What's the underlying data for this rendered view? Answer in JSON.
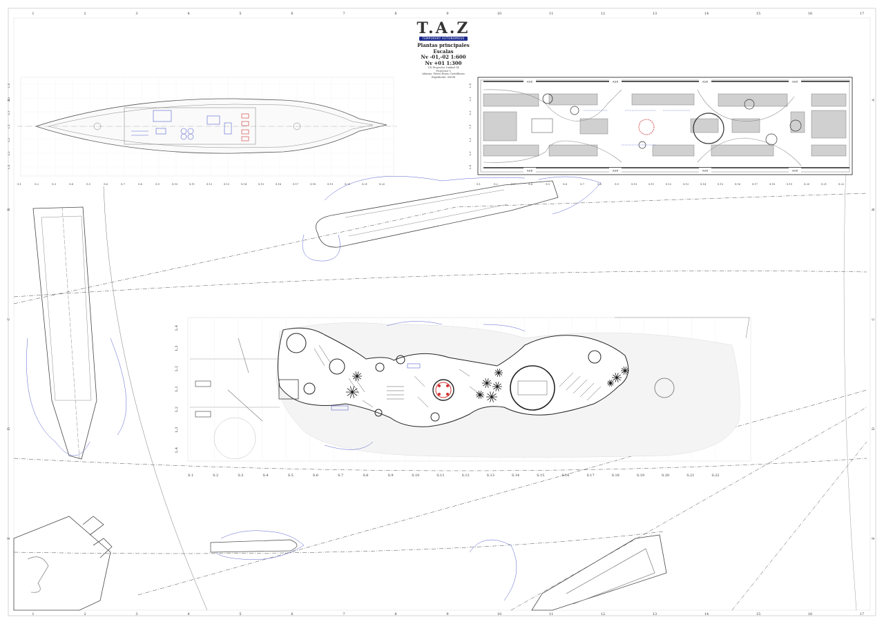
{
  "sheet": {
    "grid_columns": [
      "1",
      "2",
      "3",
      "4",
      "5",
      "6",
      "7",
      "8",
      "9",
      "10",
      "11",
      "12",
      "13",
      "14",
      "15",
      "16",
      "17"
    ],
    "grid_rows": [
      "A",
      "B",
      "C",
      "D",
      "E"
    ]
  },
  "title_block": {
    "logo": "T.A.Z",
    "band": "TEMPORARY AUTONOMOUS ZONE",
    "heading": "Plantas principales",
    "subheading": "Escalas",
    "scale_1": "Nv -01,-02  1:600",
    "scale_2": "Nv +01  1:300",
    "notes": [
      "UD Proyectos Unidad 14",
      "Proyectos 9",
      "Alumno: Pietro Russo Castellanos",
      "Expediente: 50698"
    ]
  },
  "plan_upper_left": {
    "level_labels": [
      "L.4",
      "L.3",
      "L.2",
      "L.1",
      "L.2",
      "L.3",
      "L.4"
    ],
    "section_labels": [
      "S.1",
      "S.2",
      "S.3",
      "S.4",
      "S.5",
      "S.6",
      "S.7",
      "S.8",
      "S.9",
      "S.10",
      "S.11",
      "S.12",
      "S.13",
      "S.14",
      "S.15",
      "S.16",
      "S.17",
      "S.18",
      "S.19",
      "S.20",
      "S.21",
      "S.22"
    ]
  },
  "plan_upper_right": {
    "level_labels": [
      "L.4",
      "L.3",
      "L.2",
      "L.1",
      "L.2",
      "L.3",
      "L.4"
    ],
    "section_labels": [
      "S.1",
      "S.2",
      "S.3",
      "S.4",
      "S.5",
      "S.6",
      "S.7",
      "S.8",
      "S.9",
      "S.10",
      "S.11",
      "S.12",
      "S.13",
      "S.14",
      "S.15",
      "S.16",
      "S.17",
      "S.18",
      "S.19",
      "S.20",
      "S.21",
      "S.22"
    ],
    "tags": [
      "ASE",
      "ASE",
      "ASE",
      "ASE",
      "ASE",
      "ASE",
      "ASE",
      "ASE"
    ]
  },
  "plan_main": {
    "level_labels": [
      "L.4",
      "L.3",
      "L.2",
      "L.1",
      "L.2",
      "L.3",
      "L.4"
    ],
    "section_labels": [
      "S.1",
      "S.2",
      "S.3",
      "S.4",
      "S.5",
      "S.6",
      "S.7",
      "S.8",
      "S.9",
      "S.10",
      "S.11",
      "S.12",
      "S.13",
      "S.14",
      "S.15",
      "S.16",
      "S.17",
      "S.18",
      "S.19",
      "S.20",
      "S.21",
      "S.22"
    ]
  },
  "colors": {
    "line": "#555555",
    "light": "#bbbbbb",
    "blue": "#5560d0",
    "red": "#d03030",
    "band": "#1a2a8c"
  }
}
